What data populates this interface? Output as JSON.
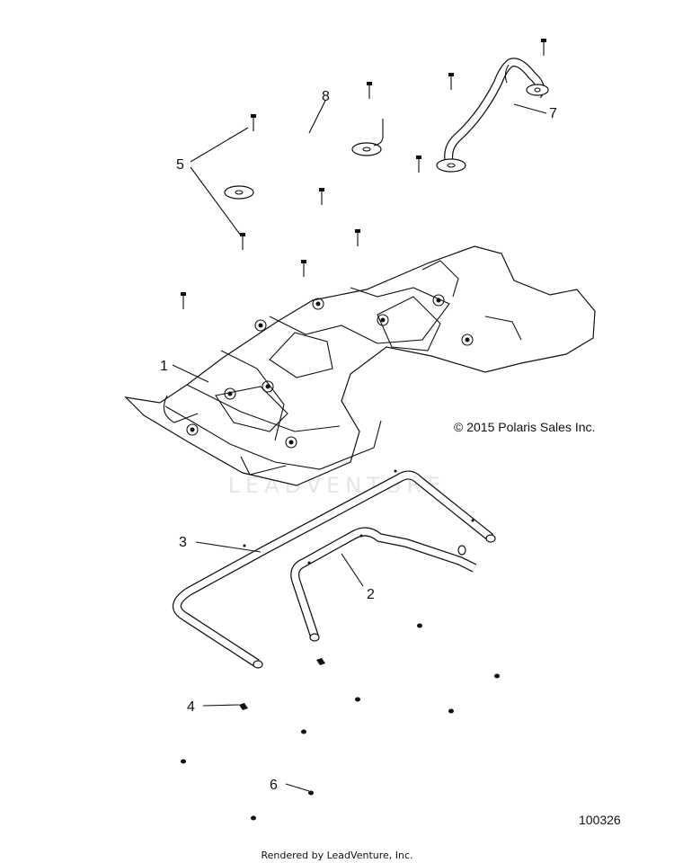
{
  "callouts": {
    "c1": "1",
    "c2": "2",
    "c3": "3",
    "c4": "4",
    "c5": "5",
    "c6": "6",
    "c7": "7",
    "c8": "8"
  },
  "copyright": "© 2015 Polaris Sales Inc.",
  "figure_number": "100326",
  "rendered_by": "Rendered by LeadVenture, Inc.",
  "watermark": "LEADVENTURE",
  "colors": {
    "ink": "#111111",
    "watermark": "#e6e6e6",
    "background": "#ffffff"
  }
}
